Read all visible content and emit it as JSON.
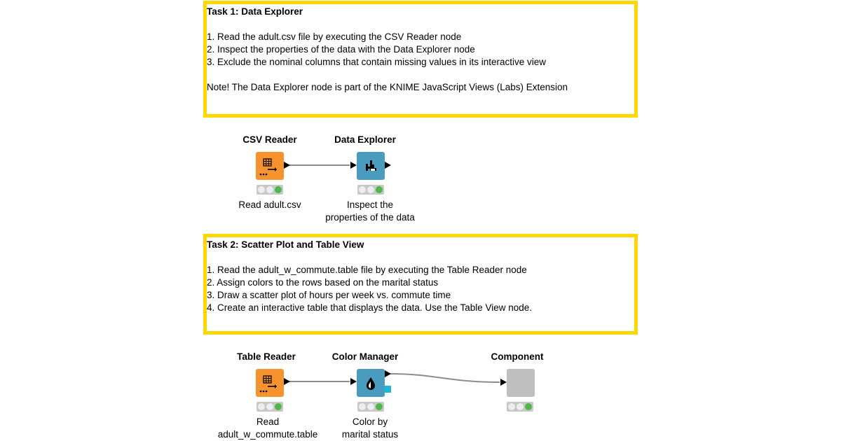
{
  "annotations": [
    {
      "title": "Task 1: Data Explorer",
      "lines": [
        "1. Read the adult.csv file by executing the CSV Reader node",
        "2. Inspect the properties of the data with the Data Explorer node",
        "3. Exclude the nominal columns that contain missing values in its interactive view"
      ],
      "note": "Note! The Data Explorer node is part of the KNIME JavaScript Views (Labs) Extension"
    },
    {
      "title": "Task 2: Scatter Plot and Table View",
      "lines": [
        "1. Read the adult_w_commute.table file by executing the Table Reader node",
        "2. Assign colors to the rows based on the marital status",
        "3. Draw a scatter plot of hours per week vs. commute time",
        "4. Create an interactive table that displays the data. Use the Table View node."
      ]
    }
  ],
  "nodes": {
    "csv_reader": {
      "title": "CSV Reader",
      "label": "Read adult.csv",
      "icon": "table-reader-icon",
      "status": "executed"
    },
    "data_explorer": {
      "title": "Data Explorer",
      "label_line1": "Inspect the",
      "label_line2": "properties of the data",
      "icon": "data-explorer-icon",
      "status": "executed"
    },
    "table_reader": {
      "title": "Table Reader",
      "label_line1": "Read",
      "label_line2": "adult_w_commute.table",
      "icon": "table-reader-icon",
      "status": "executed"
    },
    "color_manager": {
      "title": "Color Manager",
      "label_line1": "Color by",
      "label_line2": "marital status",
      "icon": "color-drop-icon",
      "status": "executed"
    },
    "component": {
      "title": "Component",
      "status": "executed"
    }
  },
  "colors": {
    "annotation_border": "#FFD700",
    "source_node": "#F7932E",
    "view_node": "#4A9CBF",
    "component_node": "#BFBFBF",
    "model_port": "#1FB5D6",
    "status_green": "#4CB848"
  }
}
